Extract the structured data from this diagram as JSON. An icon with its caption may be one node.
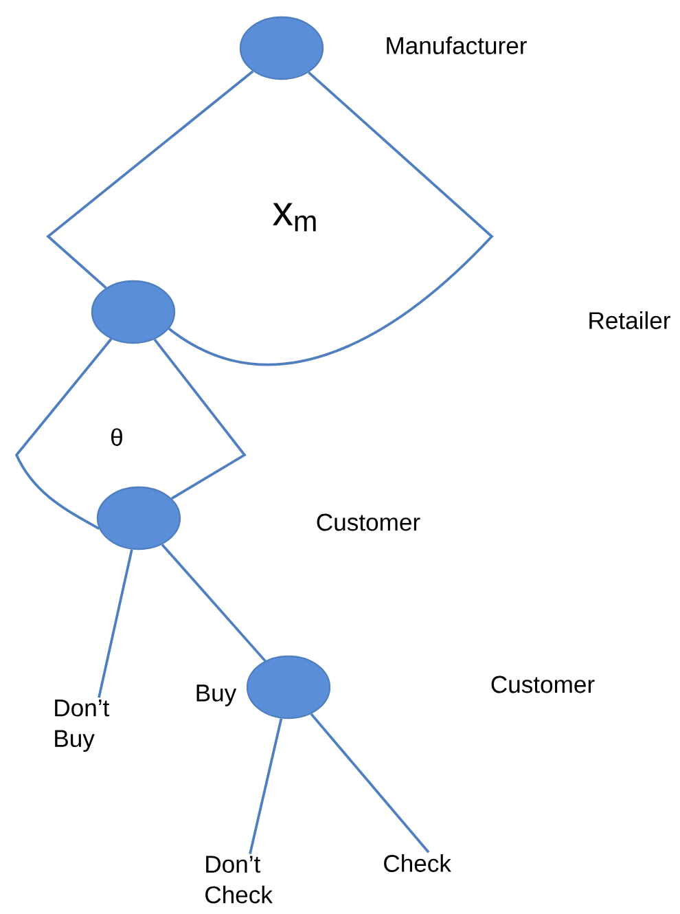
{
  "diagram": {
    "nodes": [
      {
        "text": [],
        "shape": "circle",
        "beside": [
          "Manufacturer"
        ]
      },
      {
        "text": [],
        "shape": "circle"
      },
      {
        "text": [],
        "shape": "circle"
      },
      {
        "text": [
          "Don’t Buy"
        ]
      },
      {
        "text": [],
        "shape": "circle",
        "beside": [
          "Buy"
        ]
      },
      {
        "text": [
          "Don’t Check"
        ]
      },
      {
        "text": [
          "Check"
        ]
      }
    ],
    "edges": [
      {
        "from": 0,
        "to": 1,
        "arrow": "none"
      },
      {
        "from": 0,
        "to": 1,
        "arrow": "none"
      },
      {
        "from": 1,
        "to": 2,
        "arrow": "none"
      },
      {
        "from": 1,
        "to": 2,
        "arrow": "none"
      },
      {
        "from": 2,
        "to": 3,
        "arrow": "none"
      },
      {
        "from": 2,
        "to": 4,
        "arrow": "none"
      },
      {
        "from": 4,
        "to": 5,
        "arrow": "none"
      },
      {
        "from": 4,
        "to": 6,
        "arrow": "none"
      }
    ],
    "labels": [
      "x$_{m}$",
      "Retailer",
      "θ",
      "Customer",
      "Customer"
    ]
  }
}
